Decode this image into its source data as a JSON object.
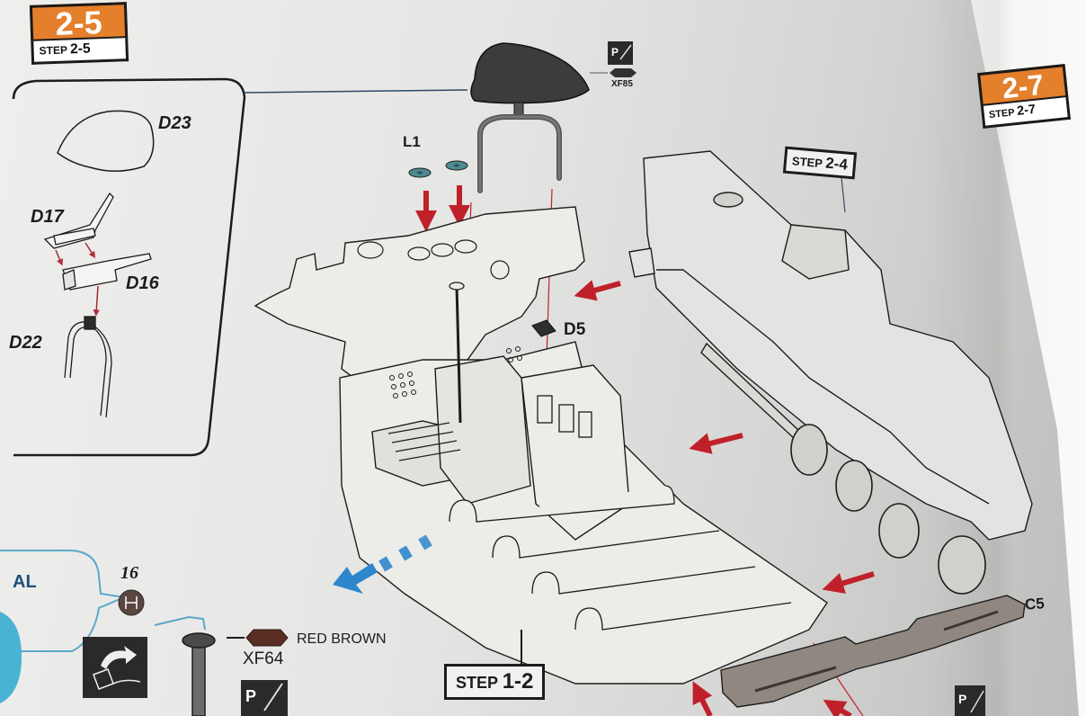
{
  "page": {
    "type": "Model kit assembly instruction page (photo)"
  },
  "badges": {
    "current": {
      "number": "2-5",
      "step_word": "STEP",
      "step_number": "2-5"
    },
    "next": {
      "number": "2-7",
      "step_word": "STEP",
      "step_number": "2-7"
    }
  },
  "subassembly_box": {
    "parts": [
      "D23",
      "D17",
      "D16",
      "D22"
    ]
  },
  "parts": {
    "l1": "L1",
    "d5": "D5",
    "c5": "C5"
  },
  "paints": {
    "seat": {
      "code": "XF85",
      "color": "#2f3133"
    },
    "lever": {
      "code": "XF64",
      "name": "RED BROWN",
      "color": "#5a2e22"
    }
  },
  "step_refs": {
    "step_2_4": {
      "word": "STEP",
      "number": "2-4"
    },
    "step_1_2": {
      "word": "STEP",
      "number": "1-2"
    }
  },
  "callout": {
    "partial_text": "AL",
    "number": "16"
  },
  "colors": {
    "orange_badge": "#e47f2c",
    "arrow_red": "#c0202a",
    "arrow_blue": "#2e86cc",
    "part_teal": "#4f8a90",
    "callout_blue": "#5aa9c9"
  }
}
